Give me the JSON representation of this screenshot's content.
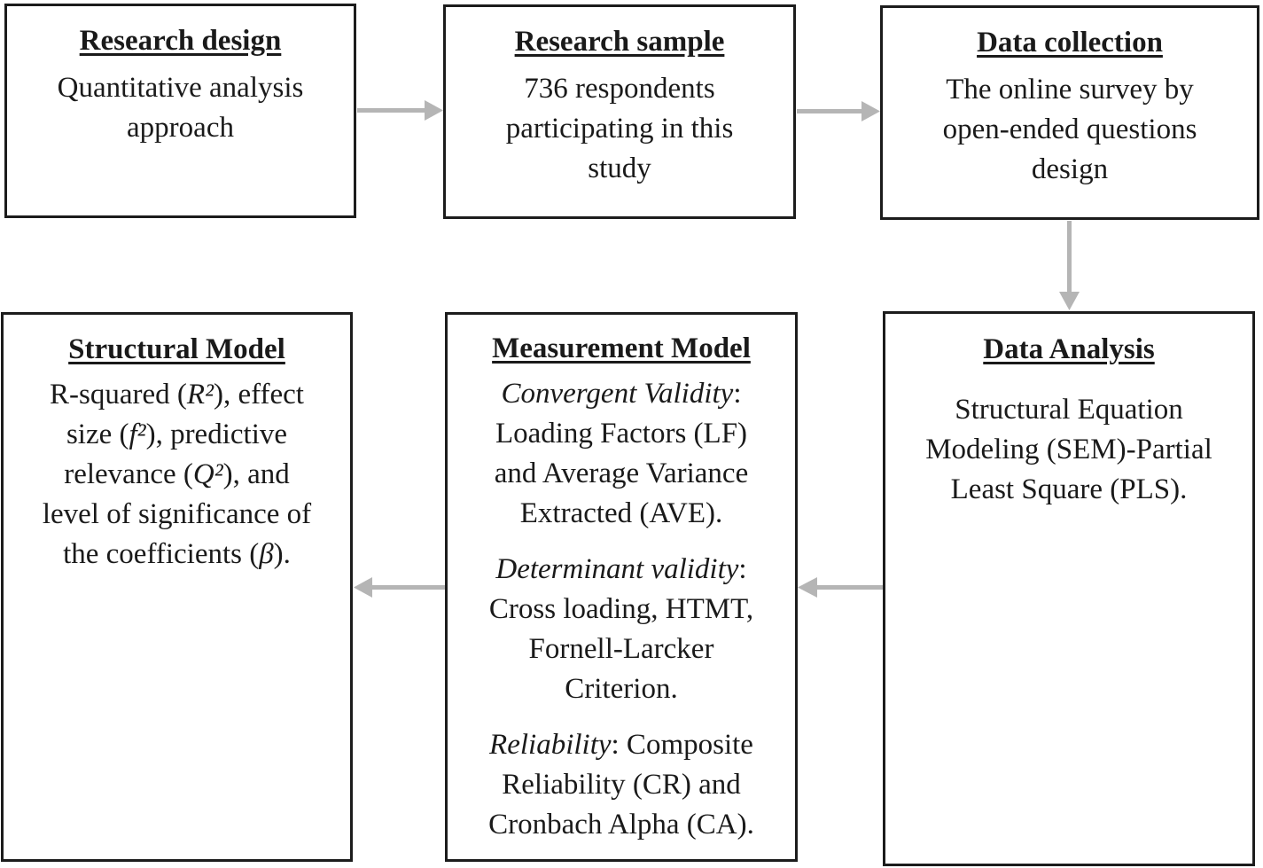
{
  "boxes": {
    "research_design": {
      "title": "Research design",
      "line1": "Quantitative analysis",
      "line2": "approach"
    },
    "research_sample": {
      "title": "Research sample",
      "line1": "736 respondents",
      "line2": "participating in this",
      "line3": "study"
    },
    "data_collection": {
      "title": "Data collection",
      "line1": "The online survey by",
      "line2": "open-ended questions",
      "line3": "design"
    },
    "data_analysis": {
      "title": "Data Analysis",
      "line1": "Structural Equation",
      "line2": "Modeling (SEM)-Partial",
      "line3": "Least Square (PLS)."
    },
    "measurement_model": {
      "title": "Measurement Model",
      "convergent": {
        "label": "Convergent Validity",
        "line1": ":",
        "line2": "Loading Factors (LF)",
        "line3": "and Average Variance",
        "line4": "Extracted (AVE)."
      },
      "determinant": {
        "label": "Determinant validity",
        "line1": ":",
        "line2": "Cross loading, HTMT,",
        "line3": "Fornell-Larcker",
        "line4": "Criterion."
      },
      "reliability": {
        "label": "Reliability",
        "line1": ": Composite",
        "line2": "Reliability (CR) and",
        "line3": "Cronbach Alpha (CA)."
      }
    },
    "structural_model": {
      "title": "Structural Model",
      "l1a": "R-squared (",
      "l1s": "R²",
      "l1b": "), effect",
      "l2a": "size (",
      "l2s": "f²",
      "l2b": "), predictive",
      "l3a": "relevance (",
      "l3s": "Q²",
      "l3b": "), and",
      "l4": "level of significance of",
      "l5a": "the coefficients (",
      "l5s": "β",
      "l5b": ")."
    }
  },
  "colors": {
    "border": "#1c1c1c",
    "arrow": "#b5b5b5"
  }
}
